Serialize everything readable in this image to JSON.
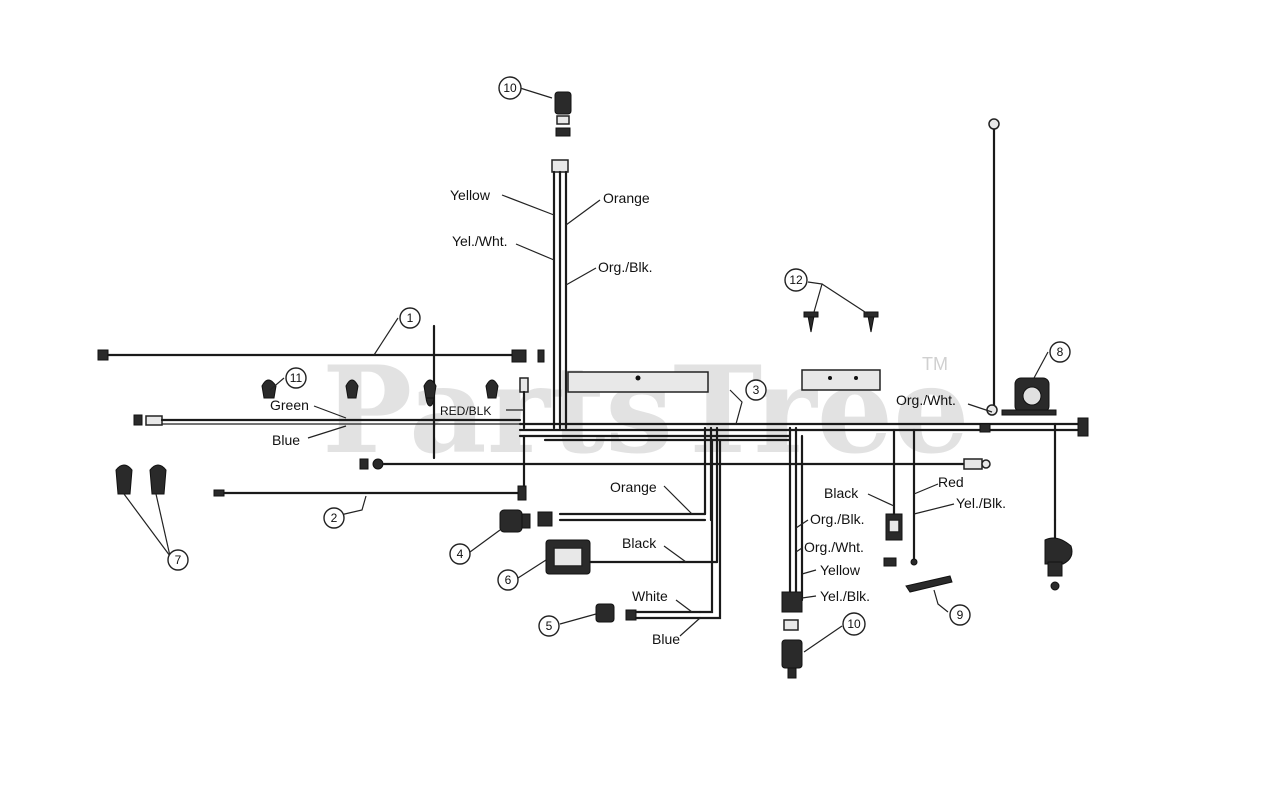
{
  "watermark": {
    "text": "PartsTree",
    "tm": "TM"
  },
  "wire_labels": {
    "yellow_top": "Yellow",
    "orange_top": "Orange",
    "yel_wht_top": "Yel./Wht.",
    "org_blk_top": "Org./Blk.",
    "green": "Green",
    "blue_left": "Blue",
    "red_blk": "RED/BLK",
    "orange_mid": "Orange",
    "black_mid": "Black",
    "white": "White",
    "blue_bottom": "Blue",
    "org_wht_right": "Org./Wht.",
    "black_right": "Black",
    "red_right": "Red",
    "yel_blk_right": "Yel./Blk.",
    "org_blk_mid": "Org./Blk.",
    "org_wht_mid": "Org./Wht.",
    "yellow_mid": "Yellow",
    "yel_blk_mid": "Yel./Blk."
  },
  "callouts": {
    "c1": "1",
    "c2": "2",
    "c3": "3",
    "c4": "4",
    "c5": "5",
    "c6": "6",
    "c7": "7",
    "c8": "8",
    "c9": "9",
    "c10_top": "10",
    "c10_bottom": "10",
    "c11": "11",
    "c12": "12"
  }
}
